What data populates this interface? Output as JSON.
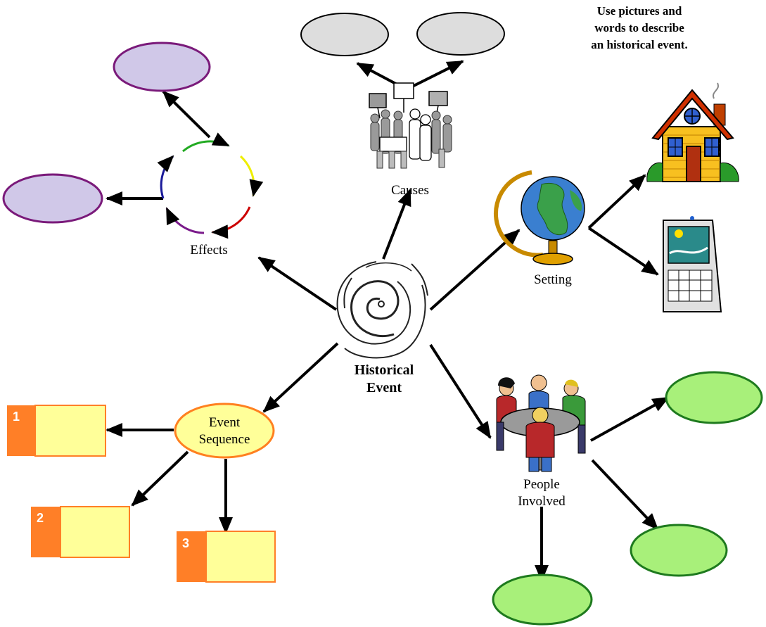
{
  "instructions": "Use pictures and words to describe an historical event.",
  "instruction_lines": [
    "Use pictures and",
    "words to describe",
    "an historical event."
  ],
  "center": {
    "label_line1": "Historical",
    "label_line2": "Event",
    "icon": "swirl-icon"
  },
  "branches": {
    "causes": {
      "label": "Causes",
      "icon": "protest-crowd-icon"
    },
    "effects": {
      "label": "Effects",
      "icon": "cycle-arrows-icon"
    },
    "setting": {
      "label": "Setting",
      "icons": [
        "globe-icon",
        "house-icon",
        "computer-screen-icon"
      ]
    },
    "people": {
      "label_line1": "People",
      "label_line2": "Involved",
      "icon": "people-at-table-icon"
    },
    "sequence": {
      "label_line1": "Event",
      "label_line2": "Sequence"
    }
  },
  "sequence_boxes": [
    {
      "number": "1"
    },
    {
      "number": "2"
    },
    {
      "number": "3"
    }
  ],
  "colors": {
    "cause_ellipse_fill": "#dddddd",
    "effect_ellipse_fill": "#d0c8e8",
    "effect_ellipse_stroke": "#7a1a7a",
    "people_ellipse_fill": "#a8f07a",
    "people_ellipse_stroke": "#1e7a1e",
    "sequence_fill": "#ffff99",
    "sequence_stroke": "#ff8020",
    "number_tab": "#ff7f27"
  }
}
